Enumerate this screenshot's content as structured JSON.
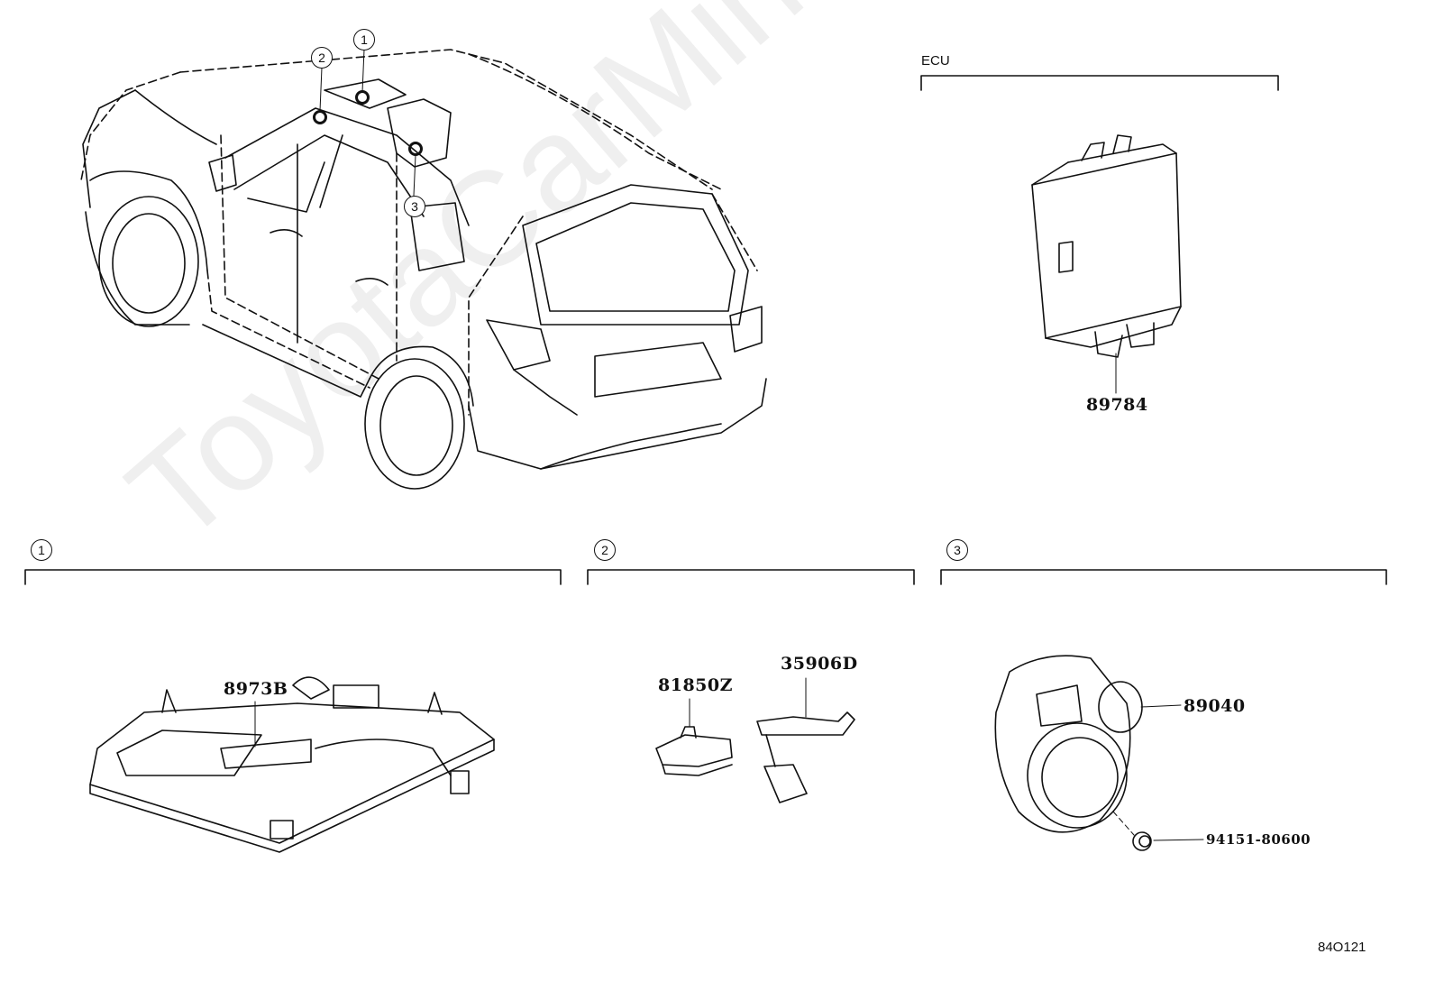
{
  "watermark": "ToyotaCarMine.ru",
  "ecu_section": {
    "label": "ECU",
    "part": "89784"
  },
  "callouts": [
    "1",
    "2",
    "3"
  ],
  "section1": {
    "marker": "1",
    "part": "8973B"
  },
  "section2": {
    "marker": "2",
    "parts": [
      "81850Z",
      "35906D"
    ]
  },
  "section3": {
    "marker": "3",
    "parts": [
      "89040",
      "94151-80600"
    ]
  },
  "diagram_code": "84O121"
}
